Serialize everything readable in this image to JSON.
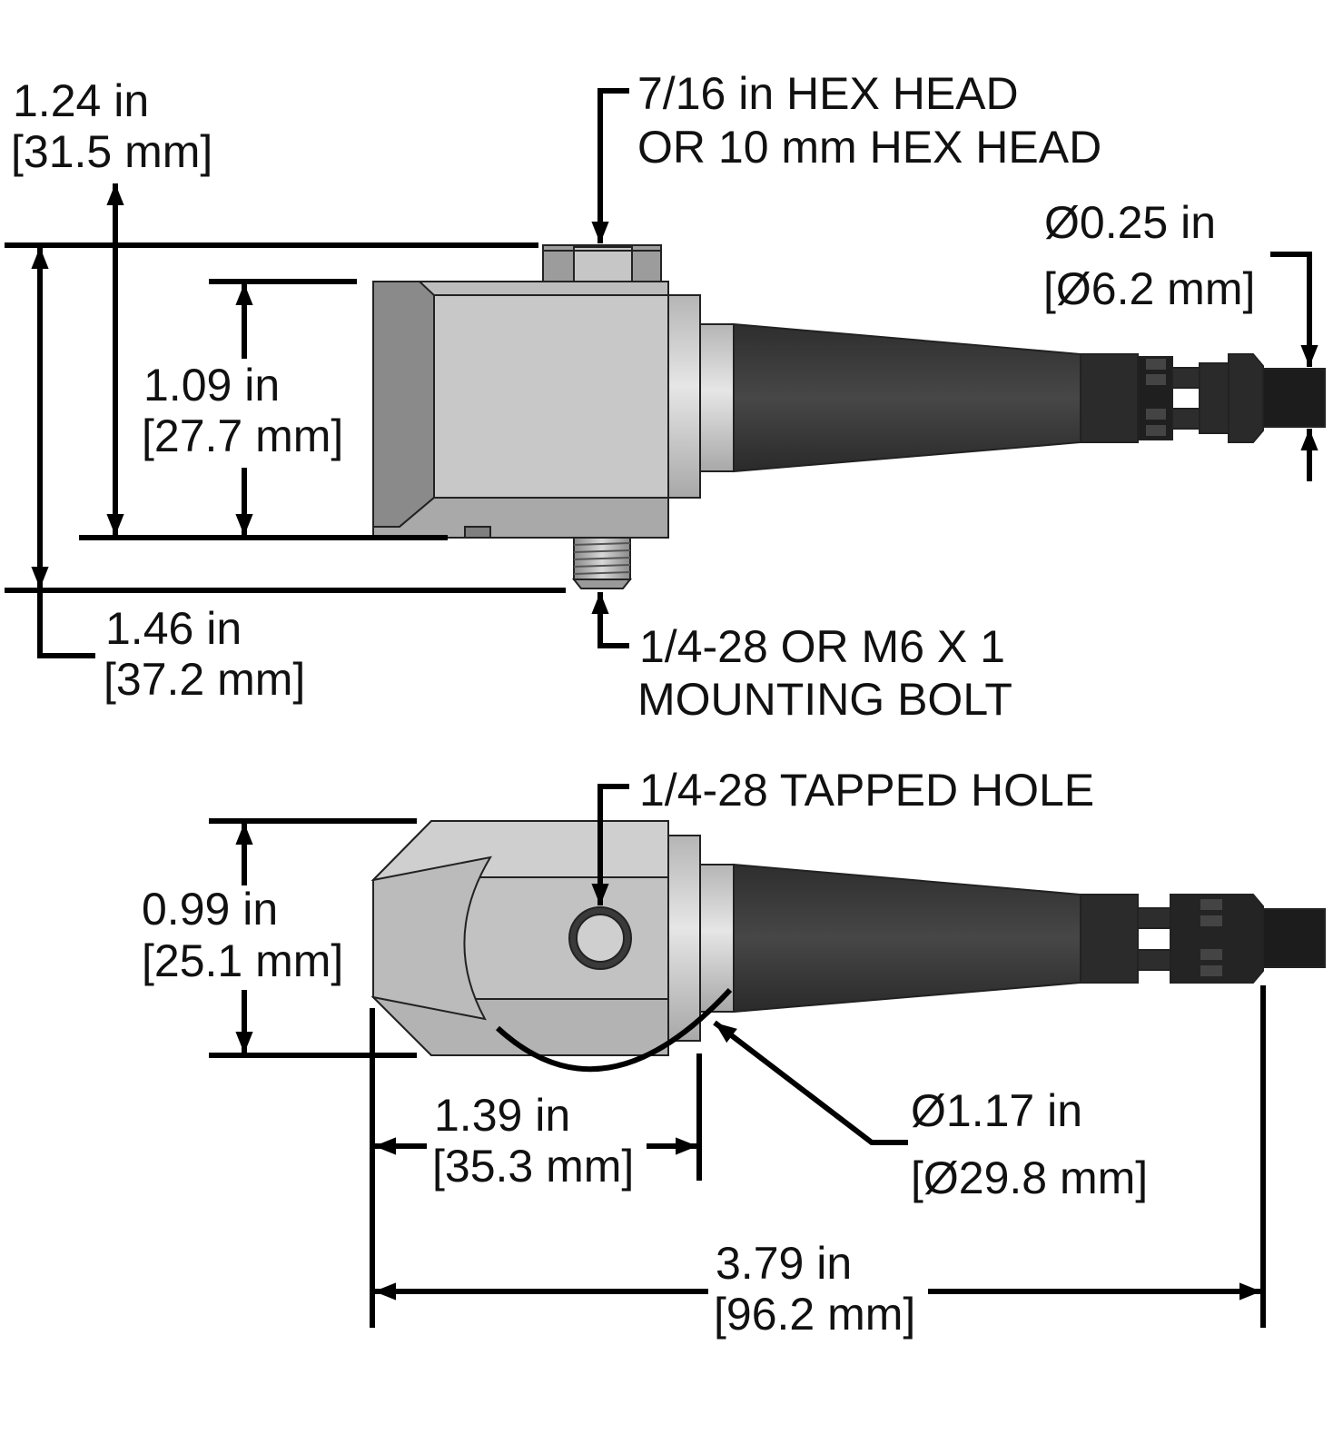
{
  "top_view": {
    "height_overall": {
      "inch": "1.24 in",
      "mm": "[31.5 mm]"
    },
    "height_body": {
      "inch": "1.09 in",
      "mm": "[27.7 mm]"
    },
    "height_with_bolt": {
      "inch": "1.46 in",
      "mm": "[37.2 mm]"
    },
    "hex_head_callout": {
      "line1": "7/16 in HEX HEAD",
      "line2": "OR 10 mm HEX HEAD"
    },
    "cable_diameter": {
      "inch": "Ø0.25 in",
      "mm": "[Ø6.2 mm]"
    },
    "bolt_callout": {
      "line1": "1/4-28 OR M6 X 1",
      "line2": "MOUNTING BOLT"
    }
  },
  "bottom_view": {
    "tapped_hole_callout": "1/4-28 TAPPED HOLE",
    "width": {
      "inch": "0.99 in",
      "mm": "[25.1 mm]"
    },
    "body_length": {
      "inch": "1.39 in",
      "mm": "[35.3 mm]"
    },
    "boot_diameter": {
      "inch": "Ø1.17 in",
      "mm": "[Ø29.8 mm]"
    },
    "overall_length": {
      "inch": "3.79 in",
      "mm": "[96.2 mm]"
    }
  },
  "colors": {
    "body_face": "#c4c4c4",
    "body_chamfer": "#8d8d8d",
    "collar": "#d2d2d2",
    "boot": "#3c3c3c",
    "connector": "#262626",
    "line": "#000000"
  }
}
